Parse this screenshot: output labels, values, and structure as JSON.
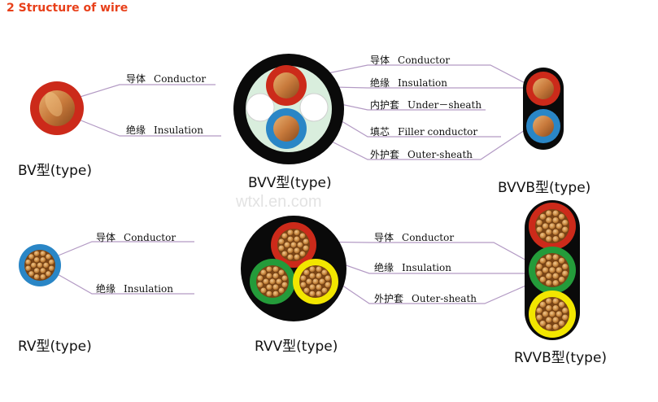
{
  "heading": "2 Structure of wire",
  "watermark": "wtxl.en.com",
  "colors": {
    "red": "#cc2a1a",
    "blue": "#2a86c6",
    "green": "#249b3a",
    "yellow": "#f2e600",
    "black": "#0a0a0a",
    "copper": "#c87a3c",
    "filler": "#d9eedd",
    "callout_line": "#b39ac4"
  },
  "bv": {
    "type_label": "BV型(type)",
    "callouts": [
      {
        "cn": "导体",
        "en": "Conductor"
      },
      {
        "cn": "绝缘",
        "en": "Insulation"
      }
    ]
  },
  "bvv": {
    "type_label": "BVV型(type)",
    "callouts": [
      {
        "cn": "导体",
        "en": "Conductor"
      },
      {
        "cn": "绝缘",
        "en": "Insulation"
      },
      {
        "cn": "内护套",
        "en": "Under－sheath"
      },
      {
        "cn": "填芯",
        "en": "Filler conductor"
      },
      {
        "cn": "外护套",
        "en": "Outer-sheath"
      }
    ]
  },
  "bvvb": {
    "type_label": "BVVB型(type)"
  },
  "rv": {
    "type_label": "RV型(type)",
    "callouts": [
      {
        "cn": "导体",
        "en": "Conductor"
      },
      {
        "cn": "绝缘",
        "en": "Insulation"
      }
    ]
  },
  "rvv": {
    "type_label": "RVV型(type)",
    "callouts": [
      {
        "cn": "导体",
        "en": "Conductor"
      },
      {
        "cn": "绝缘",
        "en": "Insulation"
      },
      {
        "cn": "外护套",
        "en": "Outer-sheath"
      }
    ]
  },
  "rvvb": {
    "type_label": "RVVB型(type)"
  }
}
